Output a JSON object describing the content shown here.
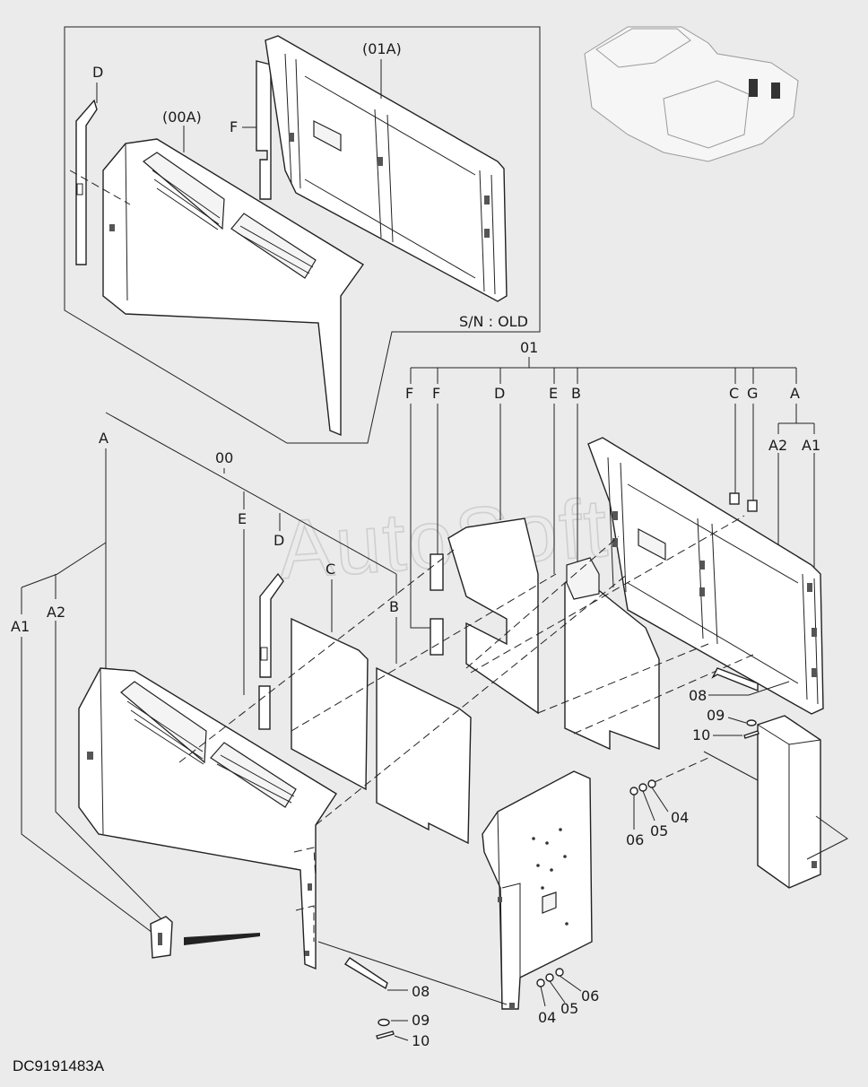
{
  "document_code": "DC9191483A",
  "watermark": "AutoSoft",
  "inset": {
    "serial_note": "S/N : OLD",
    "labels": {
      "panel_assy": "(00A)",
      "frame_assy": "(01A)",
      "d": "D",
      "f": "F"
    }
  },
  "labels": {
    "frame_assy": "01",
    "panel_assy": "00",
    "frame_parts": [
      "F",
      "F",
      "D",
      "E",
      "B",
      "C",
      "G",
      "A"
    ],
    "a_sub": [
      "A2",
      "A1"
    ],
    "left": {
      "a": "A",
      "a1": "A1",
      "a2": "A2",
      "e": "E",
      "d": "D",
      "c": "C",
      "b": "B"
    }
  },
  "part_numbers": {
    "strap_right": "08",
    "washer_right": "09",
    "bolt_right": "10",
    "hw_upper": [
      "06",
      "05",
      "04"
    ],
    "strap_bottom": "08",
    "washer_bottom": "09",
    "bolt_bottom": "10",
    "hw_lower": [
      "04",
      "05",
      "06"
    ]
  },
  "colors": {
    "background": "#ebebeb",
    "line": "#222222",
    "part_fill": "#ffffff"
  }
}
